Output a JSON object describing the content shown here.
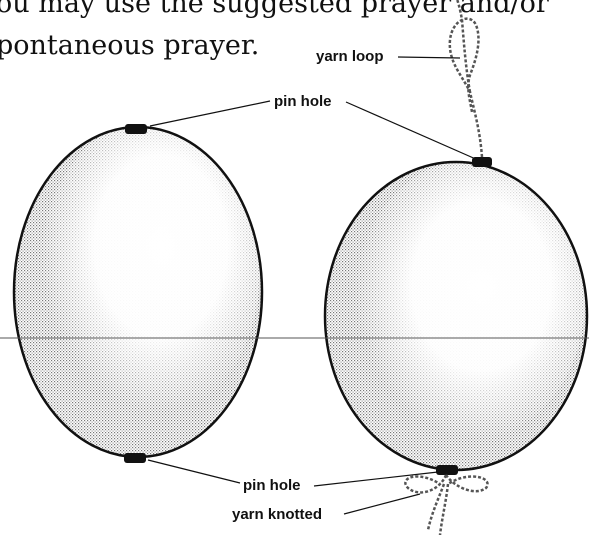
{
  "text": {
    "line1": "ou may use the suggested prayer and/or",
    "line2": "pontaneous prayer."
  },
  "labels": {
    "yarn_loop": "yarn loop",
    "pin_hole_top": "pin hole",
    "pin_hole_bottom": "pin hole",
    "yarn_knotted": "yarn knotted"
  },
  "colors": {
    "outline": "#111111",
    "shading": "#9a9a9a",
    "background": "#ffffff"
  }
}
